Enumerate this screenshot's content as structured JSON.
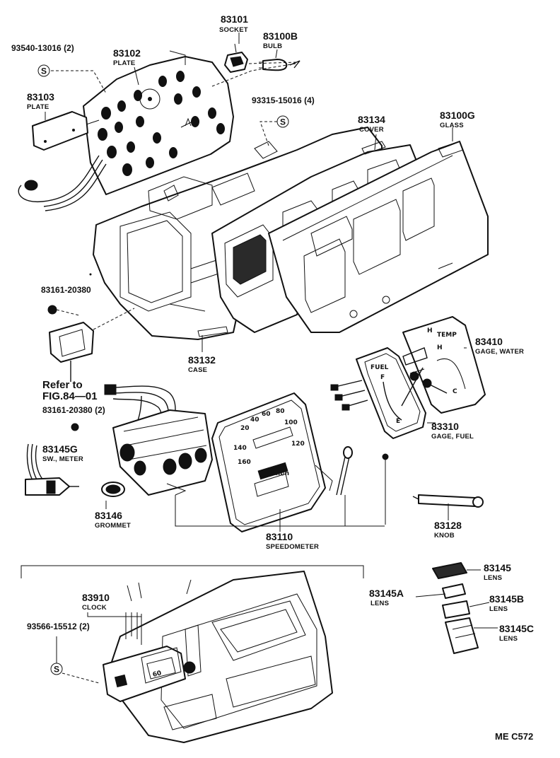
{
  "parts": {
    "p83101": {
      "number": "83101",
      "name": "SOCKET"
    },
    "p83100b": {
      "number": "83100B",
      "name": "BULB"
    },
    "p93540": {
      "number": "93540-13016 (2)"
    },
    "p83102": {
      "number": "83102",
      "name": "PLATE"
    },
    "p83103": {
      "number": "83103",
      "name": "PLATE"
    },
    "p93315": {
      "number": "93315-15016 (4)"
    },
    "p83134": {
      "number": "83134",
      "name": "COVER"
    },
    "p83100g": {
      "number": "83100G",
      "name": "GLASS"
    },
    "p83161a": {
      "number": "83161-20380"
    },
    "p83132": {
      "number": "83132",
      "name": "CASE"
    },
    "p83410": {
      "number": "83410",
      "name": "GAGE, WATER"
    },
    "p83161b": {
      "number": "83161-20380 (2)"
    },
    "p83145g": {
      "number": "83145G",
      "name": "SW., METER"
    },
    "p83146": {
      "number": "83146",
      "name": "GROMMET"
    },
    "p83310": {
      "number": "83310",
      "name": "GAGE, FUEL"
    },
    "p83110": {
      "number": "83110",
      "name": "SPEEDOMETER"
    },
    "p83128": {
      "number": "83128",
      "name": "KNOB"
    },
    "p83910": {
      "number": "83910",
      "name": "CLOCK"
    },
    "p93566": {
      "number": "93566-15512 (2)"
    },
    "p83145": {
      "number": "83145",
      "name": "LENS"
    },
    "p83145a": {
      "number": "83145A",
      "name": "LENS"
    },
    "p83145b": {
      "number": "83145B",
      "name": "LENS"
    },
    "p83145c": {
      "number": "83145C",
      "name": "LENS"
    }
  },
  "reference": {
    "line1": "Refer to",
    "line2": "FIG.84—01"
  },
  "drawing_code": "ME  C572",
  "fastener_symbol": "S",
  "gauge_marks": {
    "full": "F",
    "empty": "E",
    "hot": "H",
    "cold": "C",
    "fuel": "FUEL",
    "temp": "TEMP",
    "kmh": "km/h"
  },
  "speedo_ticks": [
    "20",
    "40",
    "60",
    "80",
    "100",
    "120",
    "140",
    "160"
  ]
}
